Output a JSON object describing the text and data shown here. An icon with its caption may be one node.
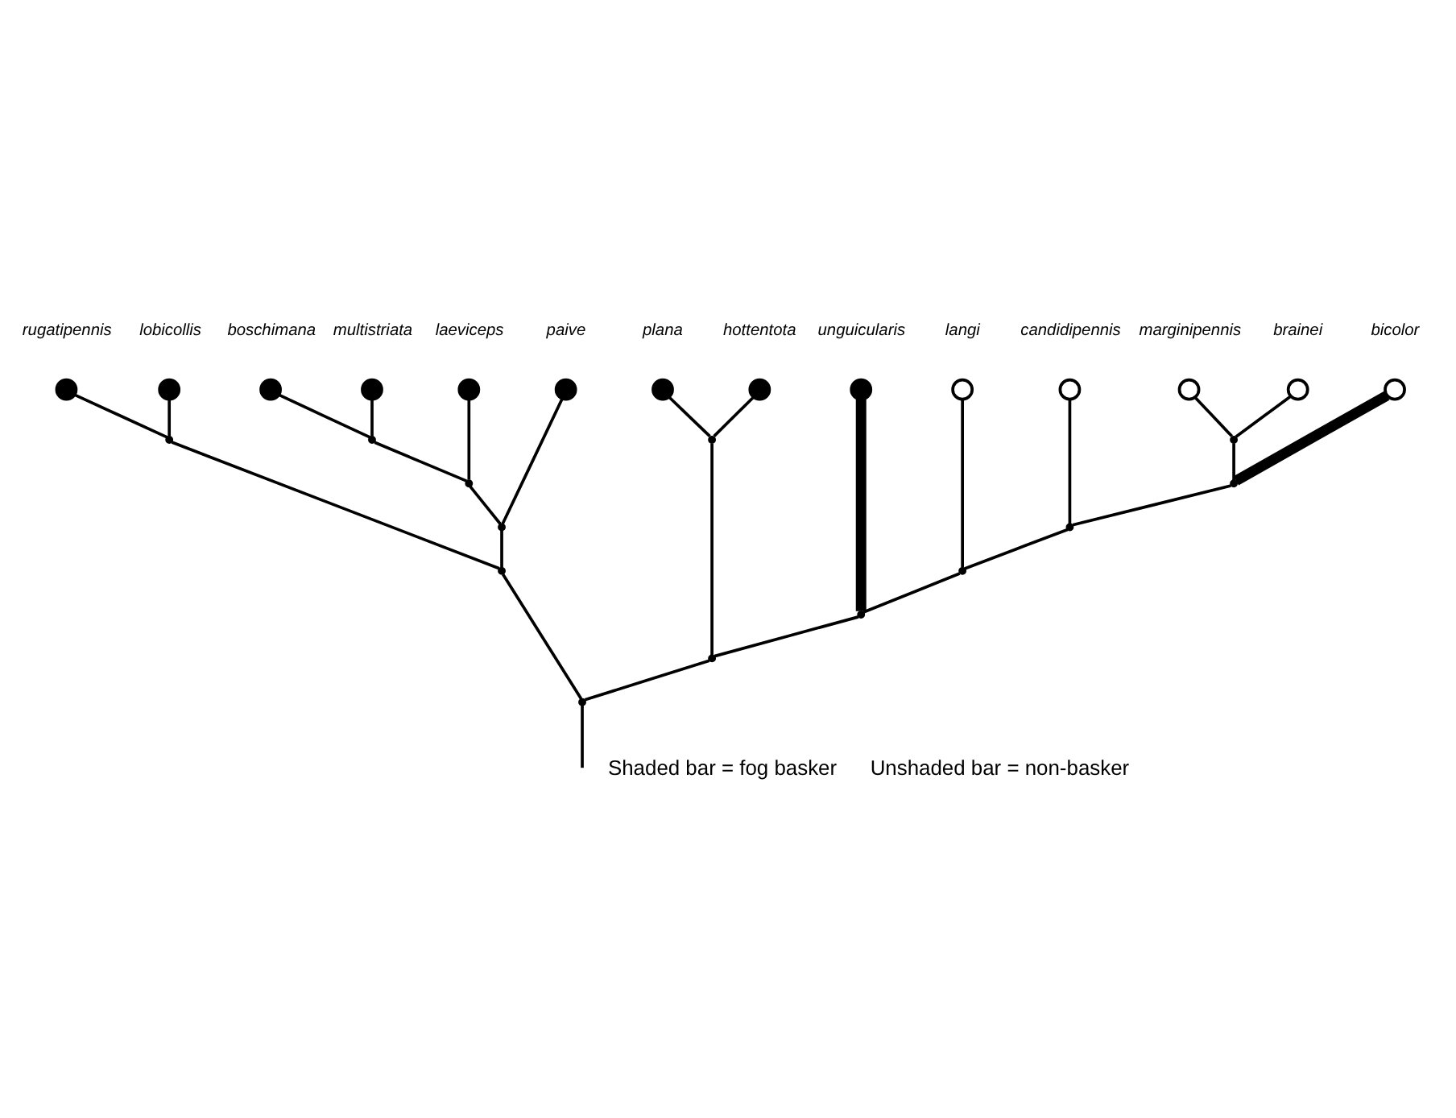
{
  "diagram": {
    "nodes": [
      {
        "text": [],
        "shape": "circle",
        "beside": [
          "rugatipennis"
        ]
      },
      {
        "text": [],
        "shape": "circle",
        "beside": [
          "lobicollis"
        ]
      },
      {
        "text": [],
        "shape": "circle",
        "beside": [
          "boschimana"
        ]
      },
      {
        "text": [],
        "shape": "circle",
        "beside": [
          "multistriata"
        ]
      },
      {
        "text": [],
        "shape": "circle",
        "beside": [
          "laeviceps"
        ]
      },
      {
        "text": [],
        "shape": "circle",
        "beside": [
          "paive"
        ]
      },
      {
        "text": [],
        "shape": "circle",
        "beside": [
          "plana"
        ]
      },
      {
        "text": [],
        "shape": "circle",
        "beside": [
          "hottentota"
        ]
      },
      {
        "text": [],
        "shape": "circle",
        "beside": [
          "unguicularis"
        ]
      },
      {
        "text": [],
        "shape": "circle",
        "beside": [
          "langi"
        ]
      },
      {
        "text": [],
        "shape": "circle",
        "beside": [
          "candidipennis"
        ]
      },
      {
        "text": [],
        "shape": "circle",
        "beside": [
          "marginipennis"
        ]
      },
      {
        "text": [],
        "shape": "circle",
        "beside": [
          "brainei"
        ]
      },
      {
        "text": [],
        "shape": "circle",
        "beside": [
          "bicolor"
        ]
      },
      {
        "text": [],
        "shape": "point"
      },
      {
        "text": [],
        "shape": "point"
      },
      {
        "text": [],
        "shape": "point"
      },
      {
        "text": [],
        "shape": "point"
      },
      {
        "text": [],
        "shape": "point"
      },
      {
        "text": [],
        "shape": "point"
      },
      {
        "text": [],
        "shape": "point"
      },
      {
        "text": [],
        "shape": "point"
      },
      {
        "text": [],
        "shape": "point"
      },
      {
        "text": [],
        "shape": "point"
      },
      {
        "text": [],
        "shape": "point"
      },
      {
        "text": [],
        "shape": "point"
      },
      {
        "text": [],
        "shape": "point"
      }
    ],
    "edges": [
      {
        "from": 26,
        "to": 18,
        "arrow": "none"
      },
      {
        "from": 26,
        "to": 25,
        "arrow": "none"
      },
      {
        "from": 18,
        "to": 14,
        "arrow": "none"
      },
      {
        "from": 18,
        "to": 17,
        "arrow": "none"
      },
      {
        "from": 14,
        "to": 0,
        "arrow": "none"
      },
      {
        "from": 14,
        "to": 1,
        "arrow": "none"
      },
      {
        "from": 17,
        "to": 16,
        "arrow": "none"
      },
      {
        "from": 17,
        "to": 5,
        "arrow": "none"
      },
      {
        "from": 16,
        "to": 15,
        "arrow": "none"
      },
      {
        "from": 16,
        "to": 4,
        "arrow": "none"
      },
      {
        "from": 15,
        "to": 2,
        "arrow": "none"
      },
      {
        "from": 15,
        "to": 3,
        "arrow": "none"
      },
      {
        "from": 25,
        "to": 19,
        "arrow": "none"
      },
      {
        "from": 25,
        "to": 24,
        "arrow": "none"
      },
      {
        "from": 19,
        "to": 6,
        "arrow": "none"
      },
      {
        "from": 19,
        "to": 7,
        "arrow": "none"
      },
      {
        "from": 24,
        "to": 8,
        "arrow": "none",
        "style": "thick"
      },
      {
        "from": 24,
        "to": 23,
        "arrow": "none"
      },
      {
        "from": 23,
        "to": 9,
        "arrow": "none"
      },
      {
        "from": 23,
        "to": 22,
        "arrow": "none"
      },
      {
        "from": 22,
        "to": 10,
        "arrow": "none"
      },
      {
        "from": 22,
        "to": 21,
        "arrow": "none"
      },
      {
        "from": 21,
        "to": 20,
        "arrow": "none"
      },
      {
        "from": 21,
        "to": 13,
        "arrow": "none",
        "style": "thick"
      },
      {
        "from": 20,
        "to": 11,
        "arrow": "none"
      },
      {
        "from": 20,
        "to": 12,
        "arrow": "none"
      },
      {
        "from": 26,
        "to": null,
        "arrow": "none"
      }
    ],
    "labels": [
      "Shaded bar = fog basker",
      "Unshaded bar = non-basker"
    ]
  }
}
